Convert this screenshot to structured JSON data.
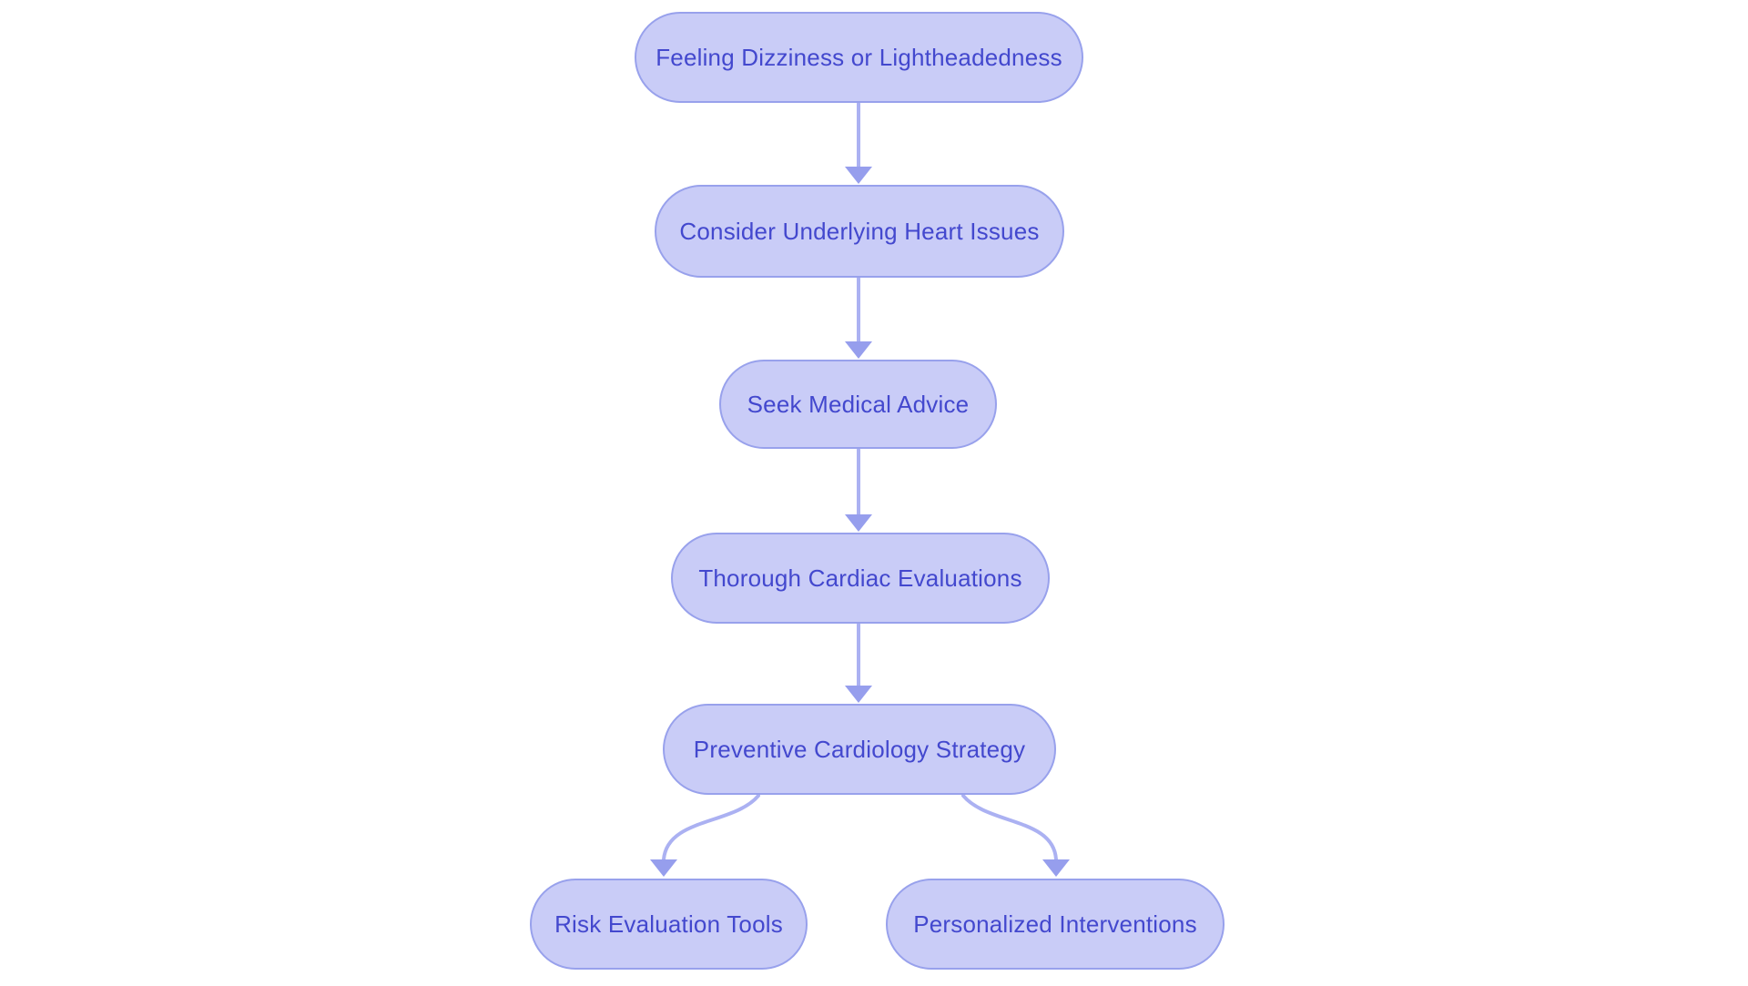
{
  "diagram": {
    "type": "flowchart",
    "direction": "top-down",
    "colors": {
      "background": "#ffffff",
      "node_fill": "#c9ccf7",
      "node_border": "#98a1ec",
      "node_text": "#4348ce",
      "arrow": "#abb1f2",
      "arrowhead": "#969eed"
    },
    "nodes": [
      {
        "id": "n1",
        "label": "Feeling Dizziness or Lightheadedness"
      },
      {
        "id": "n2",
        "label": "Consider Underlying Heart Issues"
      },
      {
        "id": "n3",
        "label": "Seek Medical Advice"
      },
      {
        "id": "n4",
        "label": "Thorough Cardiac Evaluations"
      },
      {
        "id": "n5",
        "label": "Preventive Cardiology Strategy"
      },
      {
        "id": "n6",
        "label": "Risk Evaluation Tools"
      },
      {
        "id": "n7",
        "label": "Personalized Interventions"
      }
    ],
    "edges": [
      {
        "from": "n1",
        "to": "n2",
        "style": "straight"
      },
      {
        "from": "n2",
        "to": "n3",
        "style": "straight"
      },
      {
        "from": "n3",
        "to": "n4",
        "style": "straight"
      },
      {
        "from": "n4",
        "to": "n5",
        "style": "straight"
      },
      {
        "from": "n5",
        "to": "n6",
        "style": "curved"
      },
      {
        "from": "n5",
        "to": "n7",
        "style": "curved"
      }
    ]
  }
}
